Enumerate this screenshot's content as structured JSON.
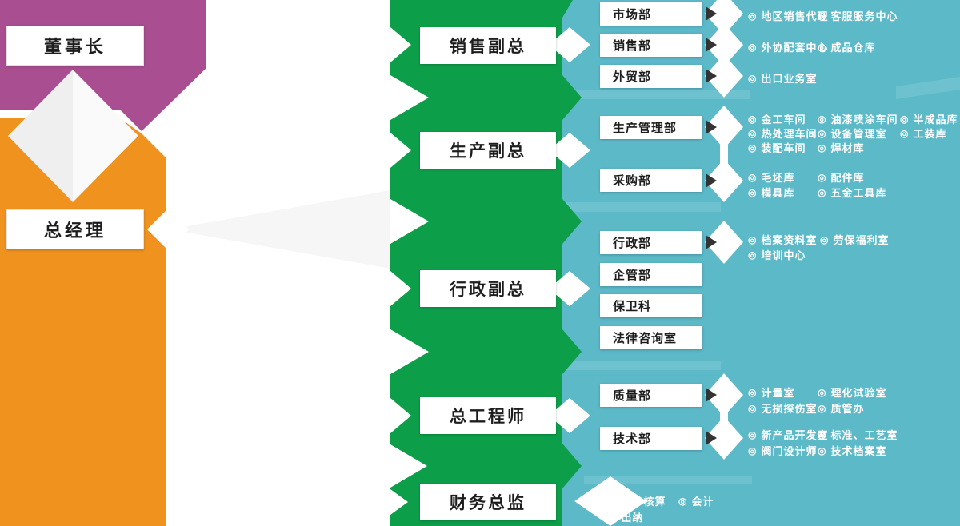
{
  "colors": {
    "purple": "#a84e91",
    "orange": "#f0921e",
    "green": "#0d9e4a",
    "teal": "#5cb9c8",
    "teal_light": "#74c4d1",
    "box_text": "#1d1d1d",
    "unit_text": "#ffffff"
  },
  "icons": {
    "bullet": "◎"
  },
  "org": {
    "chairman": "董事长",
    "general_manager": "总经理",
    "executives": [
      {
        "label": "销售副总",
        "departments": [
          {
            "label": "市场部",
            "units": [
              "地区销售代理",
              "客服服务中心"
            ]
          },
          {
            "label": "销售部",
            "units": [
              "外协配套中心",
              "成品仓库"
            ]
          },
          {
            "label": "外贸部",
            "units": [
              "出口业务室"
            ]
          }
        ]
      },
      {
        "label": "生产副总",
        "departments": [
          {
            "label": "生产管理部",
            "units": [
              "金工车间",
              "油漆喷涂车间",
              "半成品库",
              "热处理车间",
              "设备管理室",
              "工装库",
              "装配车间",
              "焊材库"
            ]
          },
          {
            "label": "采购部",
            "units": [
              "毛坯库",
              "配件库",
              "模具库",
              "五金工具库"
            ]
          }
        ]
      },
      {
        "label": "行政副总",
        "departments": [
          {
            "label": "行政部",
            "units": [
              "档案资料室",
              "劳保福利室",
              "培训中心"
            ]
          },
          {
            "label": "企管部",
            "units": []
          },
          {
            "label": "保卫科",
            "units": []
          },
          {
            "label": "法律咨询室",
            "units": []
          }
        ]
      },
      {
        "label": "总工程师",
        "departments": [
          {
            "label": "质量部",
            "units": [
              "计量室",
              "理化试验室",
              "无损探伤室",
              "质管办"
            ]
          },
          {
            "label": "技术部",
            "units": [
              "新产品开发室",
              "标准、工艺室",
              "阀门设计师",
              "技术档案室"
            ]
          }
        ]
      },
      {
        "label": "财务总监",
        "units": [
          "成本核算",
          "会计",
          "出纳"
        ]
      }
    ]
  }
}
